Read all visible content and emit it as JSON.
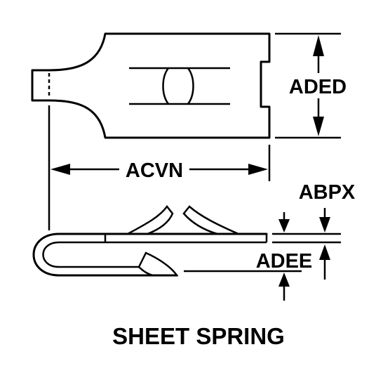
{
  "title": "SHEET SPRING",
  "dimensions": {
    "width_label": "ADED",
    "length_label": "ACVN",
    "height_label": "ABPX",
    "thickness_label": "ADEE"
  }
}
